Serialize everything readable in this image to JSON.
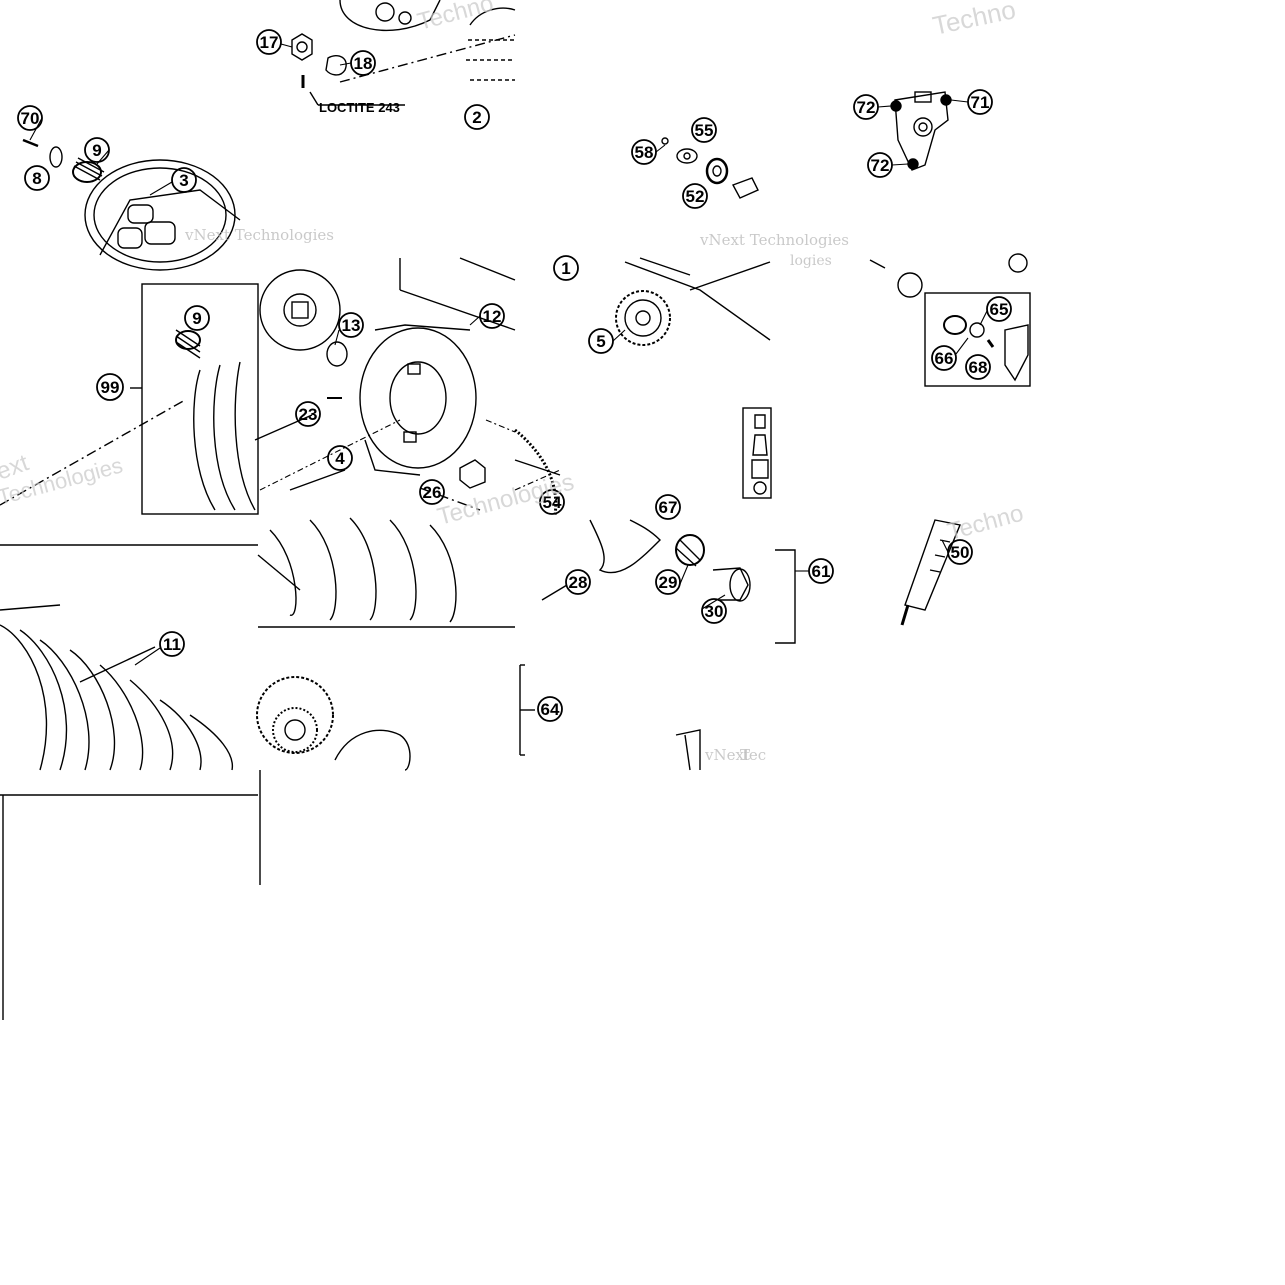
{
  "note": "LOCTITE 243",
  "watermark": "vNext Technologies",
  "watermark_parts": [
    "vNext",
    "Techno",
    "Technologies",
    "logies",
    "ext",
    "Tec"
  ],
  "callouts": {
    "c1": "1",
    "c2": "2",
    "c3": "3",
    "c4": "4",
    "c5": "5",
    "c8": "8",
    "c9a": "9",
    "c9b": "9",
    "c11": "11",
    "c12": "12",
    "c13": "13",
    "c17": "17",
    "c18": "18",
    "c23": "23",
    "c26": "26",
    "c28": "28",
    "c29": "29",
    "c30": "30",
    "c50": "50",
    "c52": "52",
    "c54": "54",
    "c55": "55",
    "c58": "58",
    "c61": "61",
    "c64": "64",
    "c65": "65",
    "c66": "66",
    "c67": "67",
    "c68": "68",
    "c70": "70",
    "c71": "71",
    "c72a": "72",
    "c72b": "72",
    "c99": "99"
  },
  "colors": {
    "line": "#000000",
    "watermark": "#b8b8b8",
    "background": "#ffffff"
  }
}
